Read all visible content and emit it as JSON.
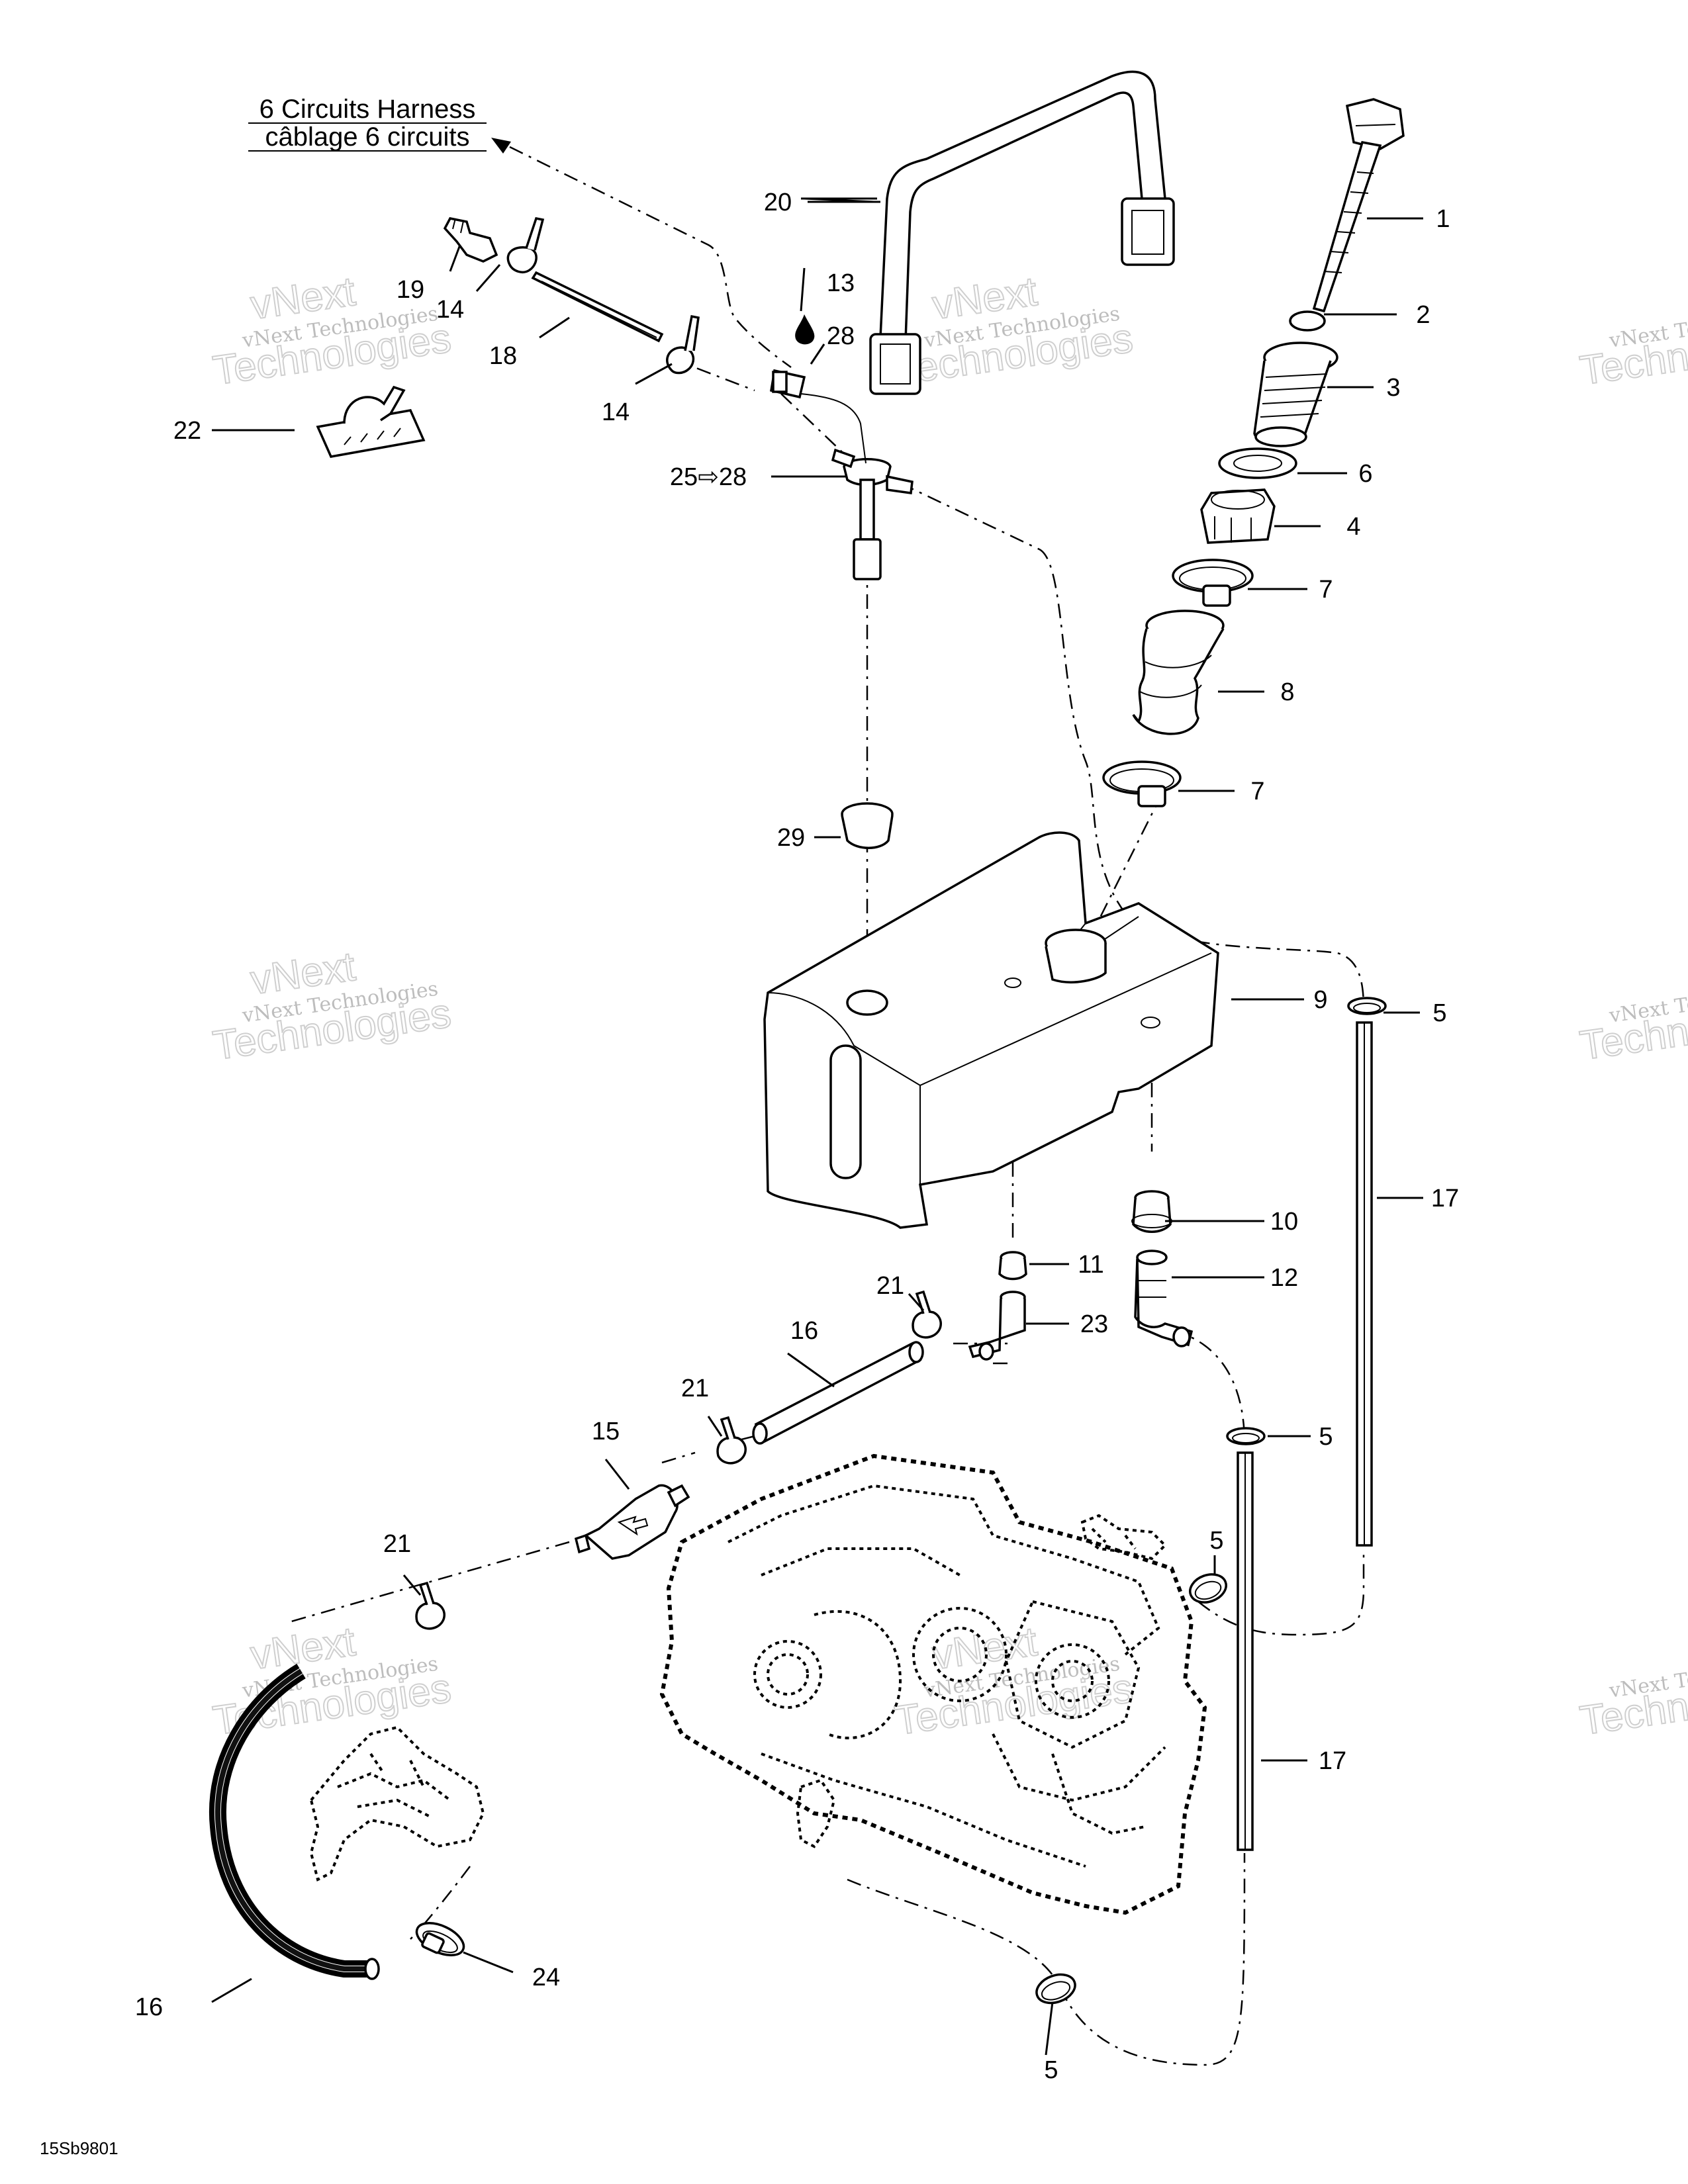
{
  "header": {
    "line1": "6 Circuits Harness",
    "line2": "câblage 6 circuits"
  },
  "figure_code": "15Sb9801",
  "watermark": {
    "line1": "vNext Technologies",
    "line2": "vNext",
    "line3": "Technologies"
  },
  "callouts": [
    {
      "id": "c1",
      "text": "1"
    },
    {
      "id": "c2",
      "text": "2"
    },
    {
      "id": "c3",
      "text": "3"
    },
    {
      "id": "c4",
      "text": "4"
    },
    {
      "id": "c5a",
      "text": "5"
    },
    {
      "id": "c5b",
      "text": "5"
    },
    {
      "id": "c5c",
      "text": "5"
    },
    {
      "id": "c5d",
      "text": "5"
    },
    {
      "id": "c6",
      "text": "6"
    },
    {
      "id": "c7a",
      "text": "7"
    },
    {
      "id": "c7b",
      "text": "7"
    },
    {
      "id": "c8",
      "text": "8"
    },
    {
      "id": "c9",
      "text": "9"
    },
    {
      "id": "c10",
      "text": "10"
    },
    {
      "id": "c11",
      "text": "11"
    },
    {
      "id": "c12",
      "text": "12"
    },
    {
      "id": "c13",
      "text": "13"
    },
    {
      "id": "c14a",
      "text": "14"
    },
    {
      "id": "c14b",
      "text": "14"
    },
    {
      "id": "c15",
      "text": "15"
    },
    {
      "id": "c16a",
      "text": "16"
    },
    {
      "id": "c16b",
      "text": "16"
    },
    {
      "id": "c17a",
      "text": "17"
    },
    {
      "id": "c17b",
      "text": "17"
    },
    {
      "id": "c18",
      "text": "18"
    },
    {
      "id": "c19",
      "text": "19"
    },
    {
      "id": "c20",
      "text": "20"
    },
    {
      "id": "c21a",
      "text": "21"
    },
    {
      "id": "c21b",
      "text": "21"
    },
    {
      "id": "c21c",
      "text": "21"
    },
    {
      "id": "c22",
      "text": "22"
    },
    {
      "id": "c23",
      "text": "23"
    },
    {
      "id": "c24",
      "text": "24"
    },
    {
      "id": "c25",
      "text": "25⇨28"
    },
    {
      "id": "c28",
      "text": "28"
    },
    {
      "id": "c29",
      "text": "29"
    }
  ]
}
